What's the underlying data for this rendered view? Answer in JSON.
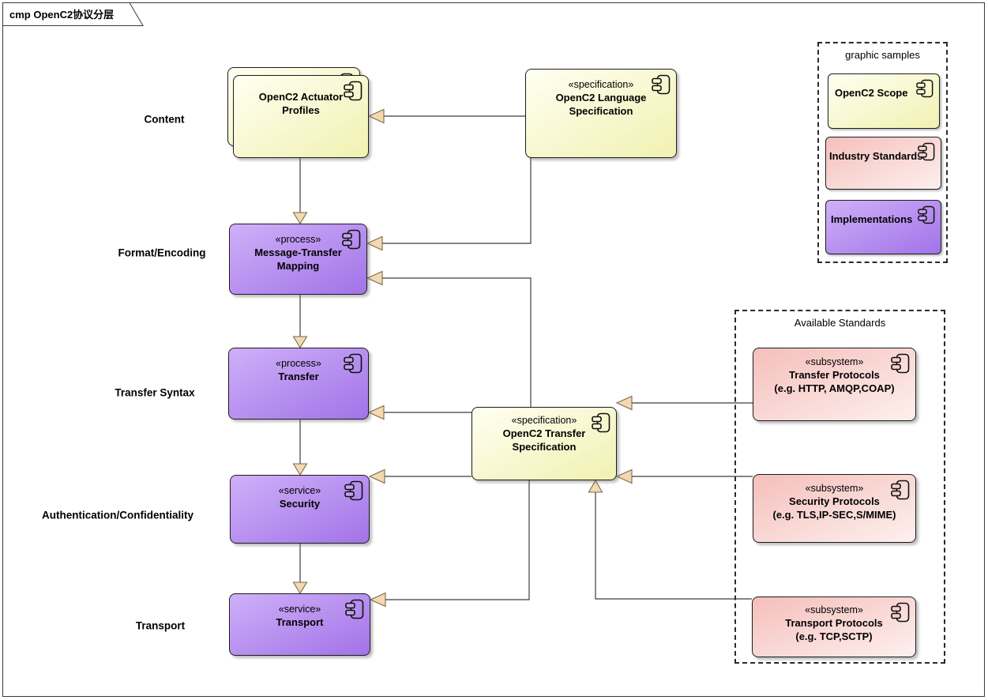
{
  "frame": {
    "title": "cmp OpenC2协议分层"
  },
  "colors": {
    "scope_yellow": "#f1f1b2",
    "industry_pink": "#f5bfbb",
    "implementation_purple": "#a273e8",
    "arrow_fill": "#f2d9b0",
    "arrow_stroke": "#7e6a4c",
    "line": "#3c3c3c"
  },
  "layers": {
    "labels": [
      "Content",
      "Format/Encoding",
      "Transfer Syntax",
      "Authentication/Confidentiality",
      "Transport"
    ]
  },
  "components": {
    "actuator_profiles": {
      "stereotype": "",
      "name": "OpenC2 Actuator\nProfiles"
    },
    "language_spec": {
      "stereotype": "«specification»",
      "name": "OpenC2 Language\nSpecification"
    },
    "mapping": {
      "stereotype": "«process»",
      "name": "Message-Transfer\nMapping"
    },
    "transfer": {
      "stereotype": "«process»",
      "name": "Transfer"
    },
    "security": {
      "stereotype": "«service»",
      "name": "Security"
    },
    "transport": {
      "stereotype": "«service»",
      "name": "Transport"
    },
    "transfer_spec": {
      "stereotype": "«specification»",
      "name": "OpenC2 Transfer\nSpecification"
    },
    "transfer_protocols": {
      "stereotype": "«subsystem»",
      "name": "Transfer Protocols\n(e.g. HTTP, AMQP,COAP)"
    },
    "security_protocols": {
      "stereotype": "«subsystem»",
      "name": "Security Protocols\n(e.g. TLS,IP-SEC,S/MIME)"
    },
    "transport_protocols": {
      "stereotype": "«subsystem»",
      "name": "Transport Protocols\n(e.g. TCP,SCTP)"
    }
  },
  "legend": {
    "title": "graphic samples",
    "items": [
      {
        "label": "OpenC2 Scope"
      },
      {
        "label": "Industry Standards"
      },
      {
        "label": "Implementations"
      }
    ]
  },
  "available_standards": {
    "title": "Available Standards"
  }
}
